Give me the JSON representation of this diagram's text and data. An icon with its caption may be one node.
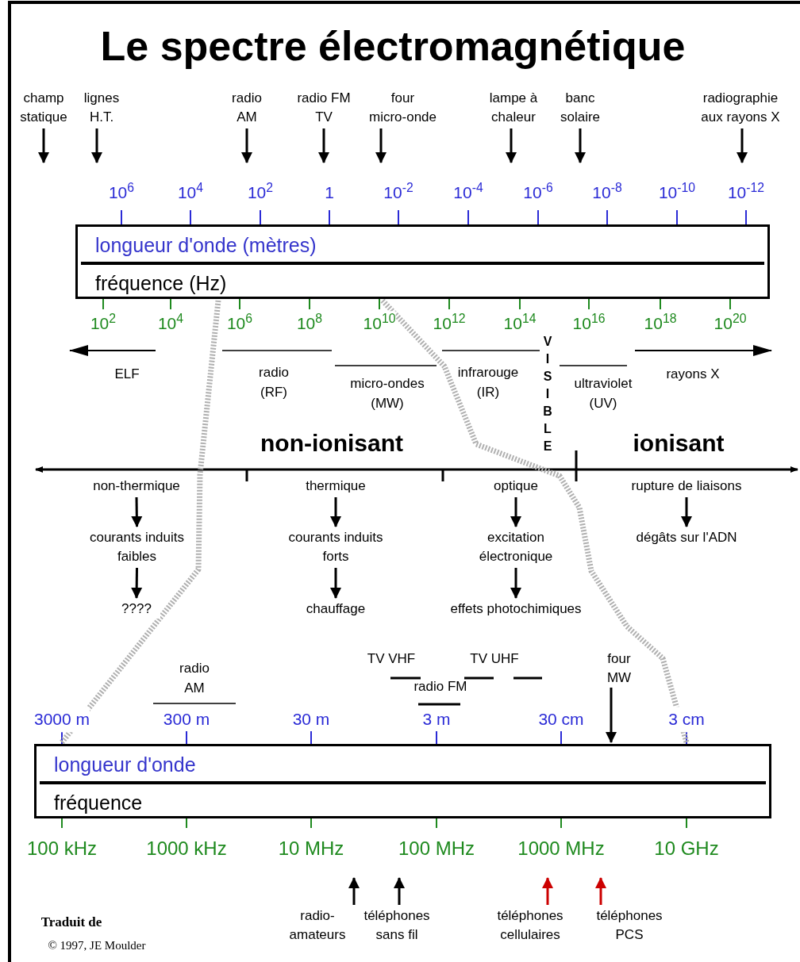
{
  "diagram": {
    "title": "Le spectre électromagnétique",
    "nodes": [
      {
        "text": [
          "longueur d'onde (mètres)",
          "fréquence (Hz)"
        ]
      },
      {
        "text": [
          "champ statique"
        ]
      },
      {
        "text": [
          "lignes H.T."
        ]
      },
      {
        "text": [
          "radio AM"
        ]
      },
      {
        "text": [
          "radio FM TV"
        ]
      },
      {
        "text": [
          "four micro-onde"
        ]
      },
      {
        "text": [
          "lampe à chaleur"
        ]
      },
      {
        "text": [
          "banc solaire"
        ]
      },
      {
        "text": [
          "radiographie aux rayons X"
        ]
      },
      {
        "text": [
          "non-thermique"
        ]
      },
      {
        "text": [
          "courants induits faibles"
        ]
      },
      {
        "text": [
          "????"
        ]
      },
      {
        "text": [
          "thermique"
        ]
      },
      {
        "text": [
          "courants induits forts"
        ]
      },
      {
        "text": [
          "chauffage"
        ]
      },
      {
        "text": [
          "optique"
        ]
      },
      {
        "text": [
          "excitation électronique"
        ]
      },
      {
        "text": [
          "effets photochimiques"
        ]
      },
      {
        "text": [
          "rupture de liaisons"
        ]
      },
      {
        "text": [
          "dégâts sur l'ADN"
        ]
      },
      {
        "text": [
          "four MW"
        ]
      },
      {
        "text": [
          "longueur d'onde",
          "fréquence"
        ]
      },
      {
        "text": [
          "radio- amateurs"
        ]
      },
      {
        "text": [
          "téléphones sans fil"
        ]
      },
      {
        "text": [
          "téléphones cellulaires"
        ]
      },
      {
        "text": [
          "téléphones PCS"
        ]
      }
    ],
    "edges": [
      {
        "from": 1,
        "to": null,
        "arrow": "to"
      },
      {
        "from": 2,
        "to": null,
        "arrow": "to"
      },
      {
        "from": 3,
        "to": null,
        "arrow": "to"
      },
      {
        "from": 4,
        "to": null,
        "arrow": "to"
      },
      {
        "from": 5,
        "to": null,
        "arrow": "to"
      },
      {
        "from": 6,
        "to": null,
        "arrow": "to"
      },
      {
        "from": 7,
        "to": null,
        "arrow": "to"
      },
      {
        "from": 8,
        "to": null,
        "arrow": "to"
      },
      {
        "from": 9,
        "to": 10,
        "arrow": "to"
      },
      {
        "from": 10,
        "to": 11,
        "arrow": "to"
      },
      {
        "from": 12,
        "to": 13,
        "arrow": "to"
      },
      {
        "from": 13,
        "to": 14,
        "arrow": "to"
      },
      {
        "from": 15,
        "to": 16,
        "arrow": "to"
      },
      {
        "from": 16,
        "to": 17,
        "arrow": "to"
      },
      {
        "from": 18,
        "to": 19,
        "arrow": "to"
      },
      {
        "from": 20,
        "to": 21,
        "arrow": "to"
      },
      {
        "from": 22,
        "to": null,
        "arrow": "to"
      },
      {
        "from": 23,
        "to": null,
        "arrow": "to"
      },
      {
        "from": 24,
        "to": null,
        "arrow": "to",
        "color": "#cc0000"
      },
      {
        "from": 25,
        "to": null,
        "arrow": "to",
        "color": "#cc0000"
      },
      {
        "from": 0,
        "to": 21,
        "arrow": "none",
        "style": "dashed",
        "color": "#b0b0b0"
      },
      {
        "from": 0,
        "to": 21,
        "arrow": "none",
        "style": "dashed",
        "color": "#b0b0b0"
      }
    ],
    "labels": [
      "10$^{6}$",
      "10$^{4}$",
      "10$^{2}$",
      "1",
      "10$^{-2}$",
      "10$^{-4}$",
      "10$^{-6}$",
      "10$^{-8}$",
      "10$^{-10}$",
      "10$^{-12}$",
      "10$^{2}$",
      "10$^{4}$",
      "10$^{6}$",
      "10$^{8}$",
      "10$^{10}$",
      "10$^{12}$",
      "10$^{14}$",
      "10$^{16}$",
      "10$^{18}$",
      "10$^{20}$",
      "ELF",
      "radio (RF)",
      "micro-ondes (MW)",
      "infrarouge (IR)",
      "VISIBLE",
      "ultraviolet (UV)",
      "rayons X",
      "non-ionisant",
      "ionisant",
      "radio AM",
      "TV VHF",
      "TV UHF",
      "radio FM",
      "3000 m",
      "300 m",
      "30 m",
      "3 m",
      "30 cm",
      "3 cm",
      "100 kHz",
      "1000 kHz",
      "10 MHz",
      "100 MHz",
      "1000 MHz",
      "10 GHz",
      "Traduit de",
      "© 1997, JE Moulder"
    ]
  }
}
